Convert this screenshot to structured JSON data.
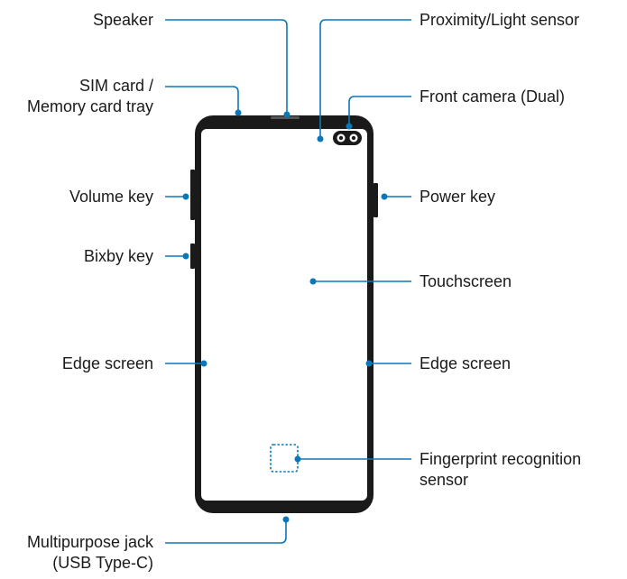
{
  "labels": {
    "speaker": "Speaker",
    "sim_tray_line1": "SIM card /",
    "sim_tray_line2": "Memory card tray",
    "volume_key": "Volume key",
    "bixby_key": "Bixby key",
    "edge_screen_left": "Edge screen",
    "multipurpose_jack_line1": "Multipurpose jack",
    "multipurpose_jack_line2": "(USB Type-C)",
    "proximity_light_sensor": "Proximity/Light sensor",
    "front_camera": "Front camera (Dual)",
    "power_key": "Power key",
    "touchscreen": "Touchscreen",
    "edge_screen_right": "Edge screen",
    "fingerprint_line1": "Fingerprint recognition",
    "fingerprint_line2": "sensor"
  },
  "colors": {
    "leader_line": "#0a78b8",
    "phone_body": "#1a1a1a",
    "text": "#1a1a1a"
  }
}
